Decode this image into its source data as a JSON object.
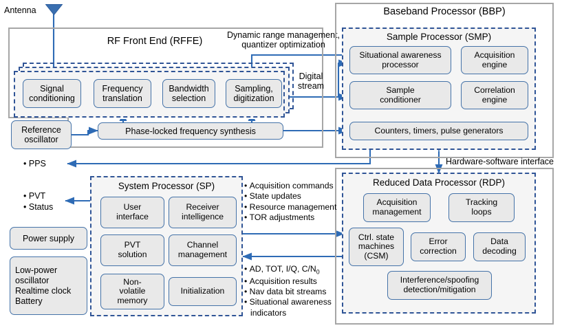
{
  "diagram": {
    "title_antenna": "Antenna",
    "labels": {
      "dynamic_range": "Dynamic range management,\nquantizer optimization",
      "digital_stream": "Digital\nstream",
      "hw_sw_interface": "Hardware-software interface"
    }
  },
  "rffe": {
    "title": "RF Front End (RFFE)",
    "chain": [
      {
        "label": "Signal\nconditioning"
      },
      {
        "label": "Frequency\ntranslation"
      },
      {
        "label": "Bandwidth\nselection"
      },
      {
        "label": "Sampling,\ndigitization"
      }
    ],
    "reference_oscillator": "Reference\noscillator",
    "synthesis": "Phase-locked frequency synthesis"
  },
  "bbp": {
    "title": "Baseband Processor (BBP)",
    "smp": {
      "title": "Sample Processor (SMP)",
      "blocks": [
        {
          "label": "Situational awareness\nprocessor"
        },
        {
          "label": "Acquisition\nengine"
        },
        {
          "label": "Sample\nconditioner"
        },
        {
          "label": "Correlation\nengine"
        },
        {
          "label": "Counters, timers, pulse generators"
        }
      ]
    },
    "rdp": {
      "title": "Reduced Data Processor (RDP)",
      "blocks": [
        {
          "label": "Acquisition\nmanagement"
        },
        {
          "label": "Tracking\nloops"
        },
        {
          "label": "Ctrl. state\nmachines\n(CSM)"
        },
        {
          "label": "Error\ncorrection"
        },
        {
          "label": "Data\ndecoding"
        },
        {
          "label": "Interference/spoofing\ndetection/mitigation"
        }
      ]
    }
  },
  "sp": {
    "title": "System Processor (SP)",
    "blocks": [
      {
        "label": "User\ninterface"
      },
      {
        "label": "Receiver\nintelligence"
      },
      {
        "label": "PVT\nsolution"
      },
      {
        "label": "Channel\nmanagement"
      },
      {
        "label": "Non-\nvolatile\nmemory"
      },
      {
        "label": "Initialization"
      }
    ]
  },
  "outputs": {
    "pps": "PPS",
    "pvt": "PVT",
    "status": "Status"
  },
  "support": {
    "power_supply": "Power supply",
    "timing_items": [
      "Low-power\noscillator",
      "Realtime clock",
      "Battery"
    ]
  },
  "interfaces": {
    "sp_to_rdp": [
      "Acquisition commands",
      "State updates",
      "Resource management",
      "TOR adjustments"
    ],
    "rdp_to_sp": [
      "AD, TOT, I/Q, C/N₀",
      "Acquisition results",
      "Nav data bit streams",
      "Situational awareness indicators"
    ]
  },
  "colors": {
    "block_fill": "#e9e9e9",
    "block_border": "#4472a8",
    "dashed_border": "#2f5496",
    "gray_border": "#a6a6a6",
    "wire": "#2e6bb5",
    "antenna": "#3a6fb0"
  }
}
